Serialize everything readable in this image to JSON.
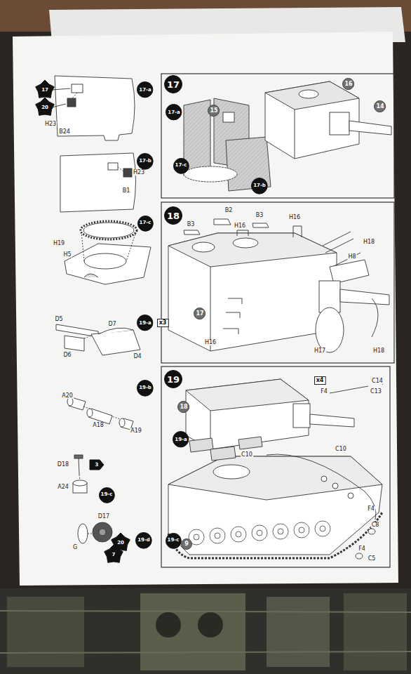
{
  "diagram": {
    "nodes": [
      {
        "text": [
          "17"
        ]
      },
      {
        "text": [
          "20"
        ]
      },
      {
        "text": [
          "17-a"
        ]
      },
      {
        "text": [
          "17"
        ]
      },
      {
        "text": [
          "16"
        ]
      },
      {
        "text": [
          "14"
        ]
      },
      {
        "text": [
          "17-a"
        ]
      },
      {
        "text": [
          "15"
        ]
      },
      {
        "text": [
          "17-b"
        ]
      },
      {
        "text": [
          "17-c"
        ]
      },
      {
        "text": [
          "17-b"
        ]
      },
      {
        "text": [
          "18"
        ]
      },
      {
        "text": [
          "17-c"
        ]
      },
      {
        "text": [
          "17"
        ]
      },
      {
        "text": [
          "19-a"
        ]
      },
      {
        "text": [
          "x3"
        ]
      },
      {
        "text": [
          "19"
        ]
      },
      {
        "text": [
          "x4"
        ]
      },
      {
        "text": [
          "19-b"
        ]
      },
      {
        "text": [
          "18"
        ]
      },
      {
        "text": [
          "19-a"
        ]
      },
      {
        "text": [
          "3"
        ]
      },
      {
        "text": [
          "19-c"
        ]
      },
      {
        "text": [
          "19-d"
        ]
      },
      {
        "text": [
          "20"
        ]
      },
      {
        "text": [
          "7"
        ]
      },
      {
        "text": [
          "19-c"
        ]
      },
      {
        "text": [
          "9"
        ]
      }
    ],
    "labels": [
      "H23",
      "B24",
      "H23",
      "B1",
      "H19",
      "H5",
      "B2",
      "B3",
      "B3",
      "H16",
      "H16",
      "H18",
      "H8",
      "H16",
      "H17",
      "H18",
      "D5",
      "D7",
      "D6",
      "D4",
      "A20",
      "A18",
      "A19",
      "C14",
      "F4",
      "C13",
      "C10",
      "C10",
      "D18",
      "A24",
      "G",
      "D17",
      "F4",
      "C8",
      "F4",
      "C5"
    ]
  }
}
